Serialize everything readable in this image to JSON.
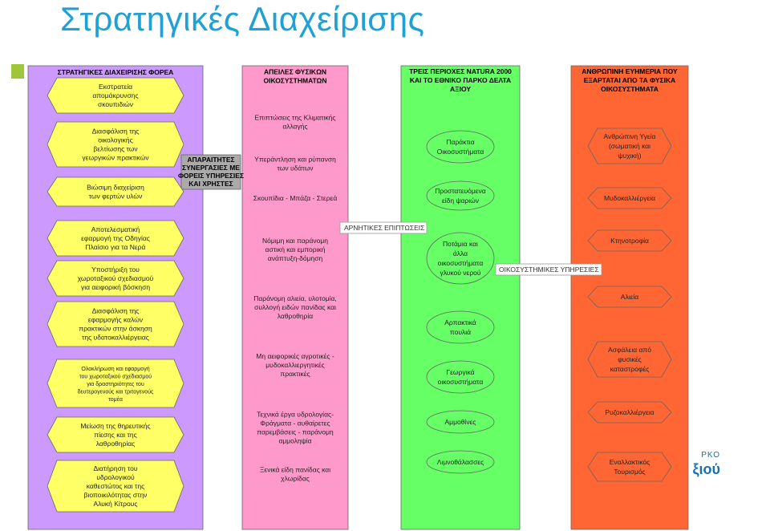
{
  "title": "Στρατηγικές Διαχείρισης",
  "colors": {
    "title": "#1fa1d6",
    "purple": "#cc99ff",
    "yellow": "#ffff66",
    "pink": "#ff99cc",
    "green": "#66ff66",
    "orange": "#ff6633",
    "grey": "#aaaaaa",
    "accent": "#9dc63b"
  },
  "columns": {
    "strategies": {
      "header": [
        "ΣΤΡΑΤΗΓΙΚΕΣ ΔΙΑΧΕΙΡΙΣΗΣ ΦΟΡΕΑ"
      ],
      "nodes": [
        [
          "Εκστρατεία",
          "απομάκρυνσης",
          "σκουπιδιών"
        ],
        [
          "Διασφάλιση της",
          "οικολογικής",
          "βελτίωσης των",
          "γεωργικών πρακτικών"
        ],
        [
          "Βιώσιμη διαχείριση",
          "των φερτών υλών"
        ],
        [
          "Αποτελεσματική",
          "εφαρμογή της Οδηγίας",
          "Πλαίσιο για τα Νερά"
        ],
        [
          "Υποστήριξη του",
          "χωροταξικού σχεδιασμού",
          "για αειφορική βόσκηση"
        ],
        [
          "Διασφάλιση της",
          "εφαρμογής καλών",
          "πρακτικών στην άσκηση",
          "της υδατοκαλλιέργειας"
        ],
        [
          "Ολοκλήρωση και εφαρμογή",
          "του χωροταξικού σχεδιασμού",
          "για δραστηριότητες του",
          "δευτερογενούς και τριτογενούς",
          "τομέα"
        ],
        [
          "Μείωση της θηρευτικής",
          "πίεσης και της",
          "λαθροθηρίας"
        ],
        [
          "Διατήρηση του",
          "υδρολογικού",
          "καθεστώτος και της",
          "βιοποικιλότητας στην",
          "Αλυκή Κίτρους"
        ]
      ]
    },
    "partners": [
      "ΑΠΑΡΑΙΤΗΤΕΣ",
      "ΣΥΝΕΡΓΑΣΙΕΣ ΜΕ",
      "ΦΟΡΕΙΣ ΥΠΗΡΕΣΙΕΣ",
      "ΚΑΙ ΧΡΗΣΤΕΣ"
    ],
    "threats": {
      "header": [
        "ΑΠΕΙΛΕΣ ΦΥΣΙΚΩΝ",
        "ΟΙΚΟΣΥΣΤΗΜΑΤΩΝ"
      ],
      "nodes": [
        [
          "Επιπτώσεις της Κλιματικής",
          "αλλαγής"
        ],
        [
          "Υπεράντληση και ρύπανση",
          "των υδάτων"
        ],
        [
          "Σκουπίδια - Μπάζα - Στερεά"
        ],
        [
          "Νόμιμη και παράνομη",
          "αστική και εμπορική",
          "ανάπτυξη-δόμηση"
        ],
        [
          "Παράνομη αλιεία, υλοτομία,",
          "συλλογή ειδών πανίδας και",
          "λαθροθηρία"
        ],
        [
          "Μη αειφορικές αγροτικές -",
          "μυδοκαλλιεργητικές",
          "πρακτικές"
        ],
        [
          "Τεχνικά έργα υδρολογίας-",
          "Φράγματα - αυθαίρετες",
          "παρεμβάσεις - παράνομη",
          "αμμοληψία"
        ],
        [
          "Ξενικά είδη πανίδας και",
          "χλωρίδας"
        ]
      ]
    },
    "natura": {
      "header": [
        "ΤΡΕΙΣ ΠΕΡΙΟΧΕΣ NATURA 2000",
        "ΚΑΙ ΤΟ ΕΘΝΙΚΟ ΠΑΡΚΟ ΔΕΛΤΑ",
        "ΑΞΙΟΥ"
      ],
      "nodes": [
        [
          "Παράκτια",
          "Οικοσυστήματα"
        ],
        [
          "Προστατευόμενα",
          "είδη ψαριών"
        ],
        [
          "Ποτάμια και",
          "άλλα",
          "οικοσυστήματα",
          "γλυκού νερού"
        ],
        [
          "Αρπακτικά",
          "πουλιά"
        ],
        [
          "Γεωργικά",
          "οικοσυστήματα"
        ],
        [
          "Αμμοθίνες"
        ],
        [
          "Λιμνοθάλασσες"
        ]
      ]
    },
    "wellbeing": {
      "header": [
        "ΑΝΘΡΩΠΙΝΗ ΕΥΗΜΕΡΙΑ ΠΟΥ",
        "ΕΞΑΡΤΑΤΑΙ ΑΠΟ ΤΑ ΦΥΣΙΚΑ",
        "ΟΙΚΟΣΥΣΤΗΜΑΤΑ"
      ],
      "nodes": [
        [
          "Ανθρώπινη Υγεία",
          "(σωματική και",
          "ψυχική)"
        ],
        [
          "Μυδοκαλλιέργεια"
        ],
        [
          "Κτηνοτροφία"
        ],
        [
          "Αλιεία"
        ],
        [
          "Ασφάλεια από",
          "φυσικές",
          "καταστροφές"
        ],
        [
          "Ρυζοκαλλιέργεια"
        ],
        [
          "Εναλλακτικός",
          "Τουρισμός"
        ]
      ]
    }
  },
  "tags": {
    "negative": "ΑΡΝΗΤΙΚΕΣ ΕΠΙΠΤΩΣΕΙΣ",
    "services": "ΟΙΚΟΣΥΣΤΗΜΙΚΕΣ ΥΠΗΡΕΣΙΕΣ"
  },
  "logo_fragment": [
    "ΡΚΟ",
    "ξιού"
  ]
}
